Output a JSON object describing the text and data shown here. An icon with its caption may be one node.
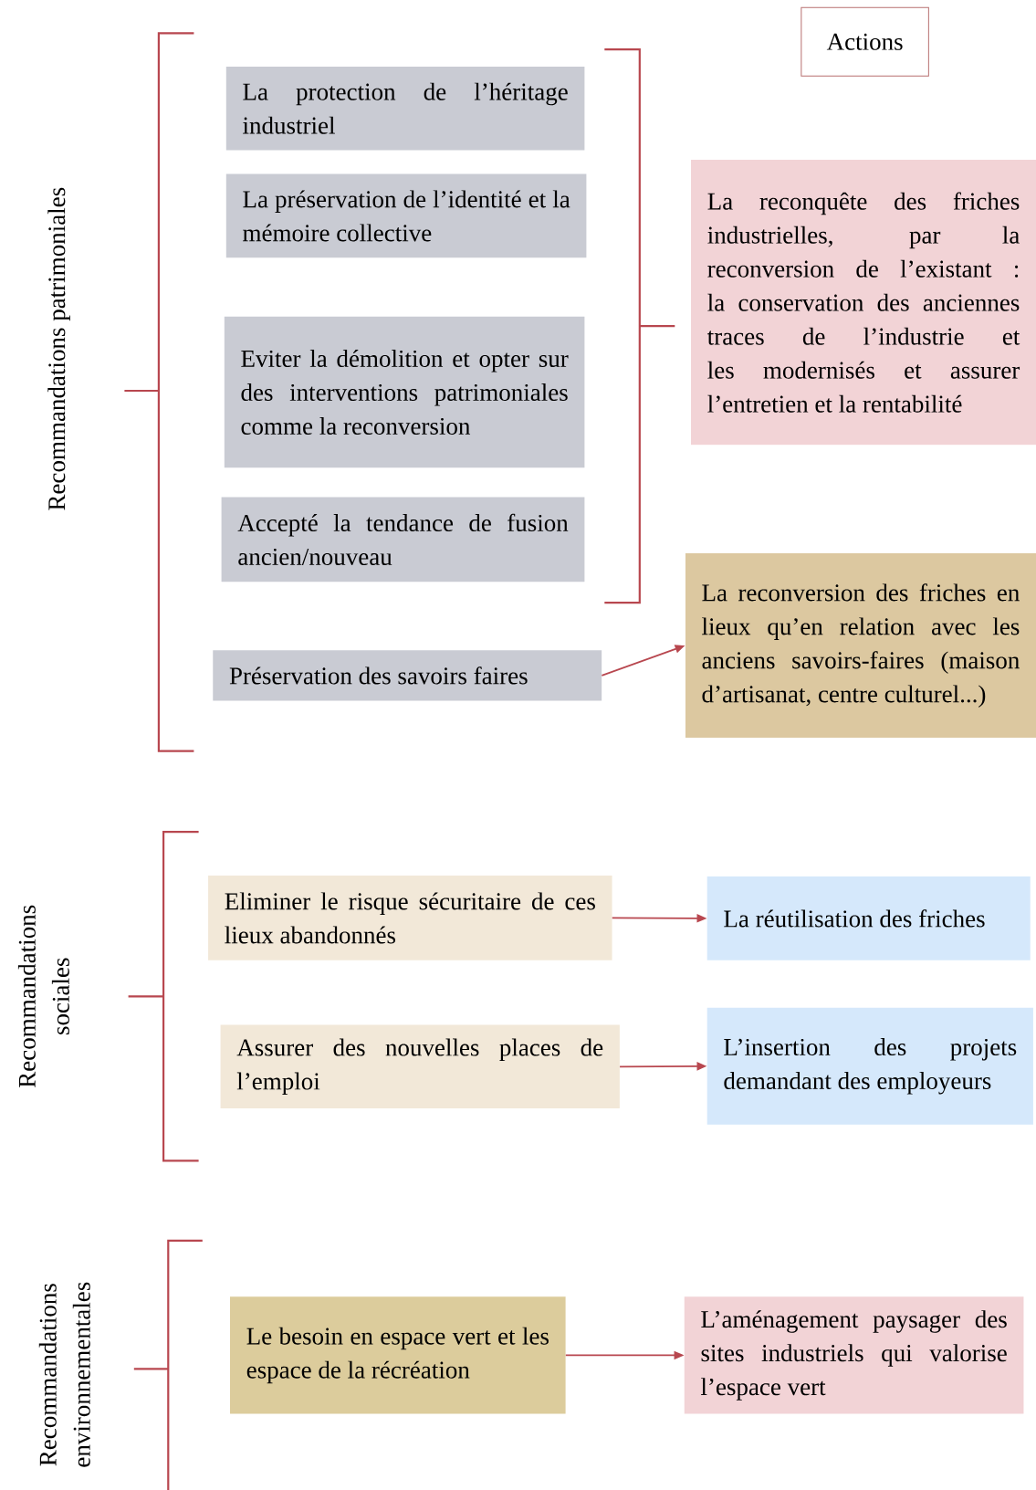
{
  "diagram": {
    "nodes": [
      {
        "text": [
          "Actions"
        ]
      },
      {
        "text": [
          "La protection de l’héritage industriel"
        ]
      },
      {
        "text": [
          "La préservation de l’identité et la mémoire collective"
        ]
      },
      {
        "text": [
          "Eviter la démolition et opter sur des interventions patrimoniales comme la reconversion"
        ]
      },
      {
        "text": [
          "Accepté la tendance de fusion ancien/nouveau"
        ]
      },
      {
        "text": [
          "Préservation des savoirs faires"
        ]
      },
      {
        "text": [
          "La reconquête des friches industrielles, par la reconversion de l’existant : la conservation des anciennes traces de l’industrie et les modernisés et assurer l’entretien et la rentabilité"
        ]
      },
      {
        "text": [
          "La reconversion des friches en lieux qu’en relation avec les anciens savoirs-faires (maison d’artisanat, centre culturel...)"
        ]
      },
      {
        "text": [
          "Eliminer le risque sécuritaire de ces lieux abandonnés"
        ]
      },
      {
        "text": [
          "La réutilisation des friches"
        ]
      },
      {
        "text": [
          "Assurer des nouvelles places de l’emploi"
        ]
      },
      {
        "text": [
          "L’insertion des projets demandant des employeurs"
        ]
      },
      {
        "text": [
          "Le besoin en espace vert et les espace de la récréation"
        ]
      },
      {
        "text": [
          "L’aménagement paysager des sites industriels qui valorise l’espace vert"
        ]
      }
    ],
    "edges": [
      {
        "from": 5,
        "to": 7,
        "arrow": "to"
      },
      {
        "from": 8,
        "to": 9,
        "arrow": "to"
      },
      {
        "from": 10,
        "to": 11,
        "arrow": "to"
      },
      {
        "from": 12,
        "to": 13,
        "arrow": "to"
      }
    ],
    "labels": [
      "Recommandations patrimoniales",
      "Recommandations sociales",
      "Recommandations environnementales"
    ]
  }
}
